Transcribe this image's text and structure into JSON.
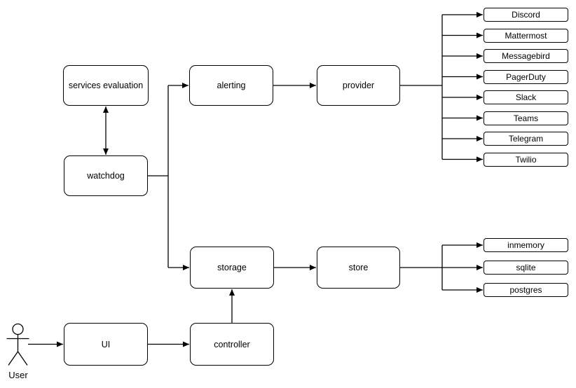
{
  "diagram": {
    "colors": {
      "stroke": "#000000",
      "background": "#ffffff",
      "text": "#000000"
    },
    "nodes": {
      "services_evaluation": {
        "label": "services evaluation"
      },
      "watchdog": {
        "label": "watchdog"
      },
      "alerting": {
        "label": "alerting"
      },
      "provider": {
        "label": "provider"
      },
      "storage": {
        "label": "storage"
      },
      "store": {
        "label": "store"
      },
      "ui": {
        "label": "UI"
      },
      "controller": {
        "label": "controller"
      }
    },
    "providers": [
      "Discord",
      "Mattermost",
      "Messagebird",
      "PagerDuty",
      "Slack",
      "Teams",
      "Telegram",
      "Twilio"
    ],
    "stores": [
      "inmemory",
      "sqlite",
      "postgres"
    ],
    "actor": {
      "label": "User"
    },
    "edges": [
      {
        "from": "watchdog",
        "to": "services evaluation",
        "arrows": "both"
      },
      {
        "from": "watchdog",
        "to": "alerting",
        "arrows": "end"
      },
      {
        "from": "watchdog",
        "to": "storage",
        "arrows": "end"
      },
      {
        "from": "alerting",
        "to": "provider",
        "arrows": "end"
      },
      {
        "from": "provider",
        "to": "Discord",
        "arrows": "end"
      },
      {
        "from": "provider",
        "to": "Mattermost",
        "arrows": "end"
      },
      {
        "from": "provider",
        "to": "Messagebird",
        "arrows": "end"
      },
      {
        "from": "provider",
        "to": "PagerDuty",
        "arrows": "end"
      },
      {
        "from": "provider",
        "to": "Slack",
        "arrows": "end"
      },
      {
        "from": "provider",
        "to": "Teams",
        "arrows": "end"
      },
      {
        "from": "provider",
        "to": "Telegram",
        "arrows": "end"
      },
      {
        "from": "provider",
        "to": "Twilio",
        "arrows": "end"
      },
      {
        "from": "storage",
        "to": "store",
        "arrows": "end"
      },
      {
        "from": "store",
        "to": "inmemory",
        "arrows": "end"
      },
      {
        "from": "store",
        "to": "sqlite",
        "arrows": "end"
      },
      {
        "from": "store",
        "to": "postgres",
        "arrows": "end"
      },
      {
        "from": "controller",
        "to": "storage",
        "arrows": "end"
      },
      {
        "from": "UI",
        "to": "controller",
        "arrows": "end"
      },
      {
        "from": "User",
        "to": "UI",
        "arrows": "end"
      }
    ]
  }
}
